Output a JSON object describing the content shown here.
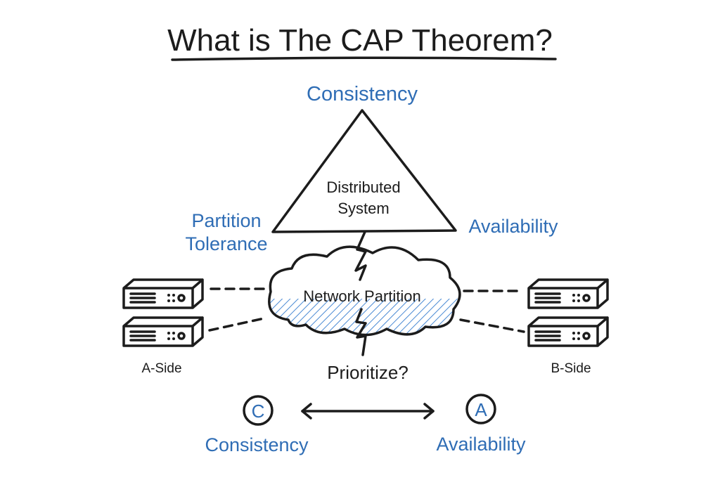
{
  "title": "What is The CAP Theorem?",
  "triangle": {
    "top_label": "Consistency",
    "left_label_line1": "Partition",
    "left_label_line2": "Tolerance",
    "right_label": "Availability",
    "center_line1": "Distributed",
    "center_line2": "System"
  },
  "cloud_label": "Network Partition",
  "left_side_label": "A-Side",
  "right_side_label": "B-Side",
  "question": "Prioritize?",
  "choice_left": {
    "letter": "C",
    "label": "Consistency"
  },
  "choice_right": {
    "letter": "A",
    "label": "Availability"
  },
  "colors": {
    "accent": "#2f6db5",
    "ink": "#1c1c1c",
    "hatch": "#4a8ad4"
  }
}
